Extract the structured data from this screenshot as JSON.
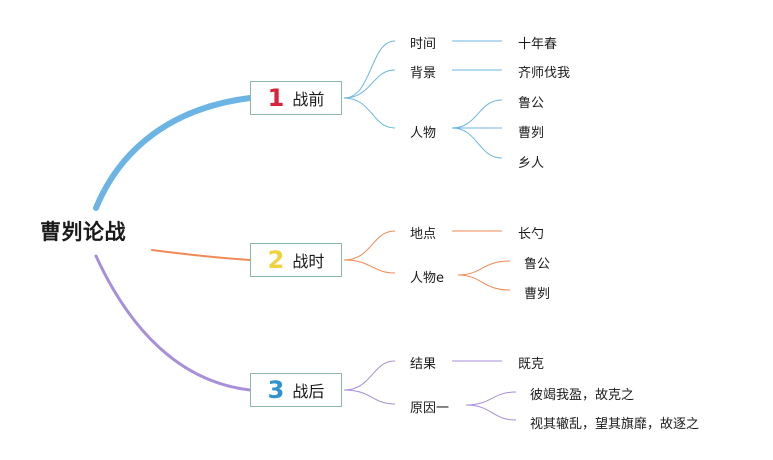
{
  "title": "曹刿论战",
  "colors": {
    "branch1": "#6cb4e4",
    "branch2": "#ef8a57",
    "branch3": "#a78fda",
    "num1": "#d8243a",
    "num2": "#f0d23e",
    "num3": "#2f93d1",
    "node_border": "#8fb7a6"
  },
  "branches": [
    {
      "number": "1",
      "label": "战前",
      "items": [
        {
          "label": "时间",
          "value": "十年春"
        },
        {
          "label": "背景",
          "value": "齐师伐我"
        },
        {
          "label": "人物",
          "values": [
            "鲁公",
            "曹刿",
            "乡人"
          ]
        }
      ]
    },
    {
      "number": "2",
      "label": "战时",
      "items": [
        {
          "label": "地点",
          "value": "长勺"
        },
        {
          "label": "人物e",
          "values": [
            "鲁公",
            "曹刿"
          ]
        }
      ]
    },
    {
      "number": "3",
      "label": "战后",
      "items": [
        {
          "label": "结果",
          "value": "既克"
        },
        {
          "label": "原因一",
          "values": [
            "彼竭我盈，故克之",
            "视其辙乱，望其旗靡，故逐之"
          ]
        }
      ]
    }
  ]
}
